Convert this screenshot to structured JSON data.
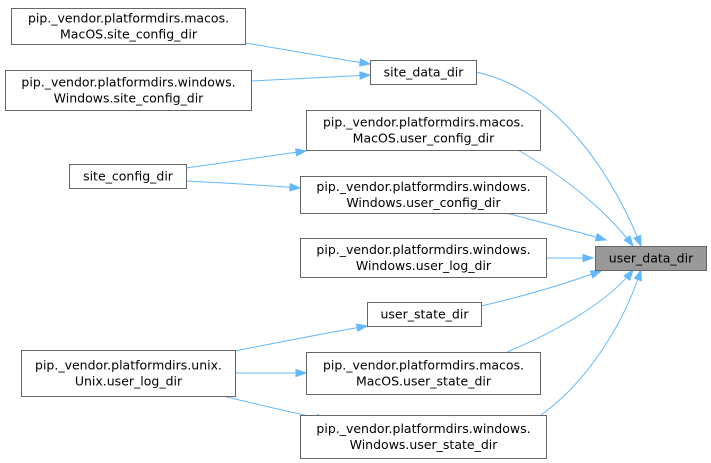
{
  "graph": {
    "colors": {
      "edge": "#63b8ff",
      "node_border": "#666666",
      "focus_fill": "#999999",
      "node_fill": "#ffffff"
    },
    "nodes": {
      "macos_site_config_dir": {
        "lines": [
          "pip._vendor.platformdirs.macos.",
          "MacOS.site_config_dir"
        ]
      },
      "windows_site_config_dir": {
        "lines": [
          "pip._vendor.platformdirs.windows.",
          "Windows.site_config_dir"
        ]
      },
      "site_data_dir": {
        "lines": [
          "site_data_dir"
        ]
      },
      "macos_user_config_dir": {
        "lines": [
          "pip._vendor.platformdirs.macos.",
          "MacOS.user_config_dir"
        ]
      },
      "site_config_dir": {
        "lines": [
          "site_config_dir"
        ]
      },
      "windows_user_config_dir": {
        "lines": [
          "pip._vendor.platformdirs.windows.",
          "Windows.user_config_dir"
        ]
      },
      "windows_user_log_dir": {
        "lines": [
          "pip._vendor.platformdirs.windows.",
          "Windows.user_log_dir"
        ]
      },
      "user_data_dir": {
        "lines": [
          "user_data_dir"
        ]
      },
      "user_state_dir": {
        "lines": [
          "user_state_dir"
        ]
      },
      "unix_user_log_dir": {
        "lines": [
          "pip._vendor.platformdirs.unix.",
          "Unix.user_log_dir"
        ]
      },
      "macos_user_state_dir": {
        "lines": [
          "pip._vendor.platformdirs.macos.",
          "MacOS.user_state_dir"
        ]
      },
      "windows_user_state_dir": {
        "lines": [
          "pip._vendor.platformdirs.windows.",
          "Windows.user_state_dir"
        ]
      }
    },
    "edges": [
      {
        "from": "macos_site_config_dir",
        "to": "site_data_dir"
      },
      {
        "from": "windows_site_config_dir",
        "to": "site_data_dir"
      },
      {
        "from": "site_data_dir",
        "to": "user_data_dir"
      },
      {
        "from": "site_config_dir",
        "to": "macos_user_config_dir"
      },
      {
        "from": "site_config_dir",
        "to": "windows_user_config_dir"
      },
      {
        "from": "macos_user_config_dir",
        "to": "user_data_dir"
      },
      {
        "from": "windows_user_config_dir",
        "to": "user_data_dir"
      },
      {
        "from": "windows_user_log_dir",
        "to": "user_data_dir"
      },
      {
        "from": "user_state_dir",
        "to": "user_data_dir"
      },
      {
        "from": "unix_user_log_dir",
        "to": "user_state_dir"
      },
      {
        "from": "unix_user_log_dir",
        "to": "macos_user_state_dir"
      },
      {
        "from": "unix_user_log_dir",
        "to": "windows_user_state_dir"
      },
      {
        "from": "macos_user_state_dir",
        "to": "user_data_dir"
      },
      {
        "from": "windows_user_state_dir",
        "to": "user_data_dir"
      }
    ]
  }
}
